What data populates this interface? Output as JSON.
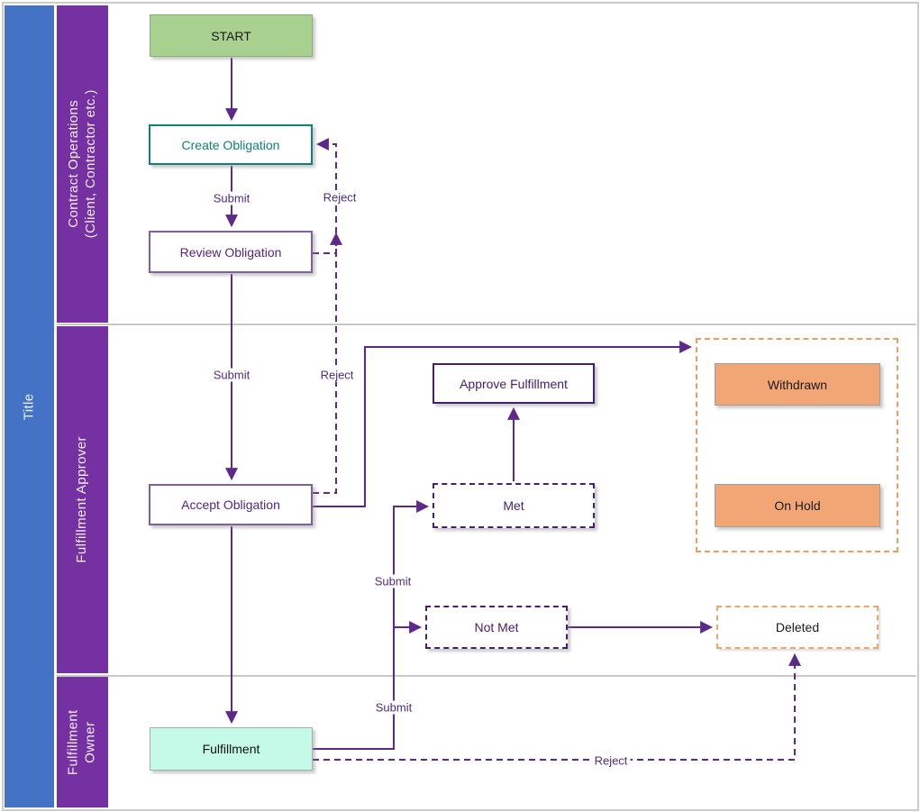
{
  "diagram": {
    "title_bar": "Title",
    "lanes": [
      {
        "id": "contract-operations",
        "line1": "Contract Operations",
        "line2": "(Client, Contractor etc.)"
      },
      {
        "id": "fulfillment-approver",
        "line1": "Fulfillment Approver",
        "line2": ""
      },
      {
        "id": "fulfillment-owner",
        "line1": "Fulfillment",
        "line2": "Owner"
      }
    ],
    "nodes": {
      "start": "START",
      "create_obligation": "Create Obligation",
      "review_obligation": "Review Obligation",
      "accept_obligation": "Accept Obligation",
      "approve_fulfillment": "Approve Fulfillment",
      "met": "Met",
      "not_met": "Not Met",
      "fulfillment": "Fulfillment",
      "withdrawn": "Withdrawn",
      "on_hold": "On Hold",
      "deleted": "Deleted"
    },
    "edge_labels": {
      "submit_create_review": "Submit",
      "submit_review_accept": "Submit",
      "submit_to_met_notmet": "Submit",
      "submit_from_fulfillment": "Submit",
      "reject_review_to_create": "Reject",
      "reject_accept_to_review": "Reject",
      "reject_to_deleted": "Reject"
    },
    "colors": {
      "title_bar_bg": "#4472c4",
      "lane_header_bg": "#7530a2",
      "lane_text": "#f2ecf7",
      "connector_purple": "#5e2a8a",
      "teal_accent": "#0f8178",
      "purple_border": "#7d5fa6",
      "dark_purple": "#46206e",
      "start_green": "#a8d08e",
      "orange_fill": "#f2a676",
      "orange_dashed_border": "#ed9d5f",
      "mint_fill": "#c5fae9",
      "divider_gray": "#c9c9c9"
    }
  }
}
